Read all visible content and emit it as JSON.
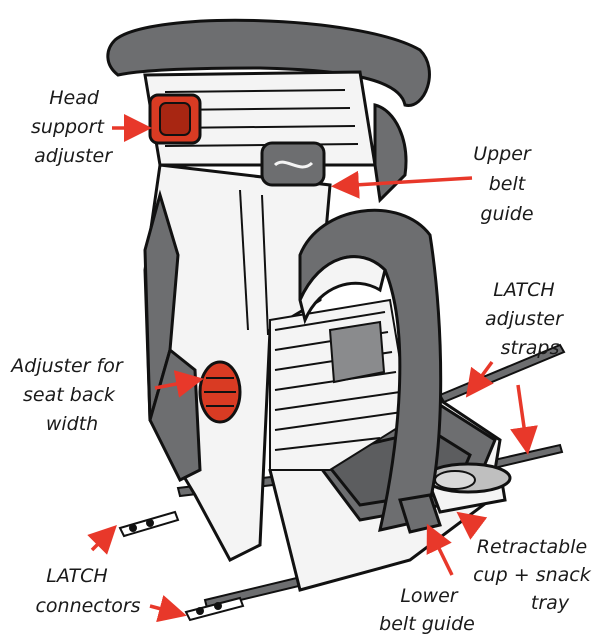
{
  "labels": {
    "head_support": [
      "Head",
      "support",
      "adjuster"
    ],
    "upper_belt_guide": [
      "Upper",
      "belt",
      "guide"
    ],
    "latch_straps": [
      "LATCH",
      "adjuster",
      "straps"
    ],
    "seat_back_width": [
      "Adjuster for",
      "seat back",
      "width"
    ],
    "latch_connectors": [
      "LATCH",
      "connectors"
    ],
    "lower_belt_guide": [
      "Lower",
      "belt guide"
    ],
    "cup_tray": [
      "Retractable",
      "cup + snack",
      "tray"
    ]
  },
  "colors": {
    "arrow": "#e8382a",
    "cushion": "#6d6e70",
    "cushion_dark": "#4a4b4d",
    "shell": "#f4f4f4",
    "outline": "#111111",
    "adjuster": "#d93b23"
  }
}
